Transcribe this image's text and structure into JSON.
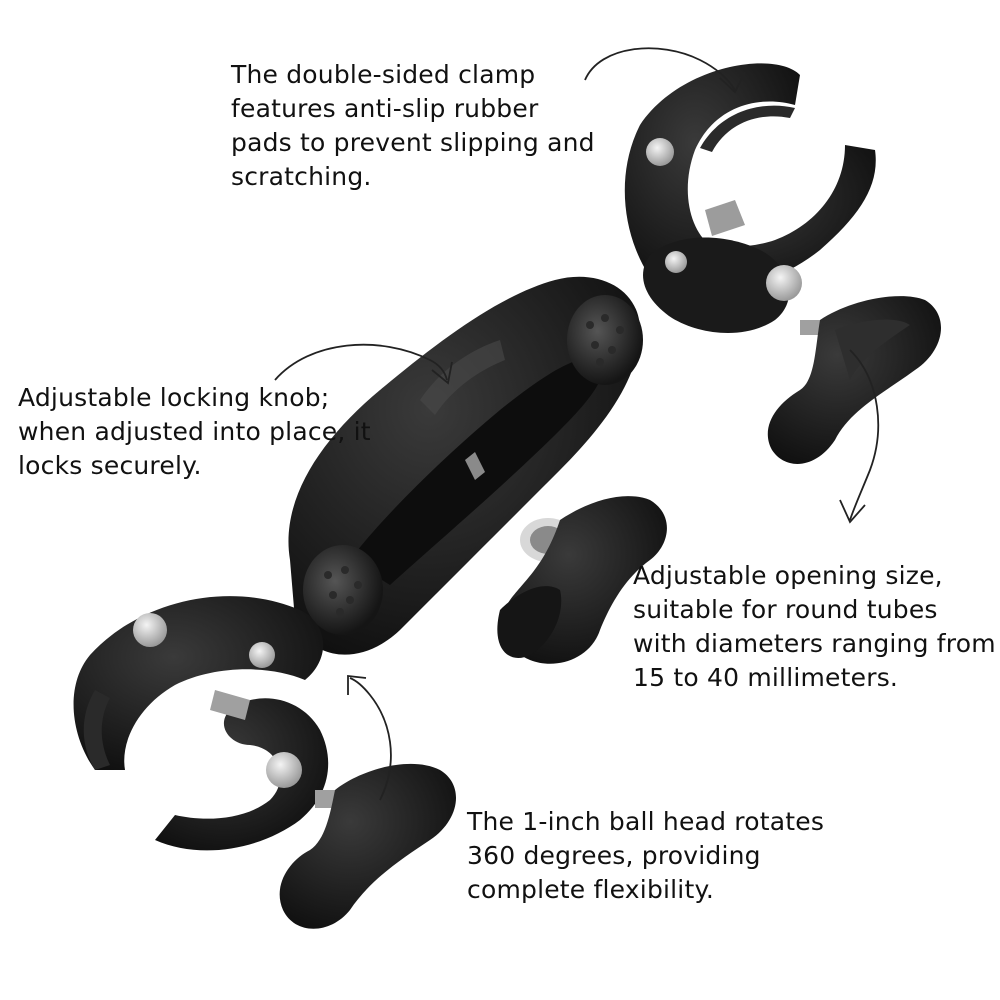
{
  "annotations": {
    "clamp": {
      "lines": [
        "The double-sided clamp",
        "features anti-slip rubber",
        "pads to prevent slipping and",
        "scratching."
      ]
    },
    "knob": {
      "lines": [
        "Adjustable locking knob;",
        "when adjusted into place, it",
        "locks securely."
      ]
    },
    "opening": {
      "lines": [
        "Adjustable opening size,",
        "suitable for round tubes",
        "with diameters ranging from",
        "15 to 40 millimeters."
      ]
    },
    "ball_head": {
      "lines": [
        "The 1-inch ball head rotates",
        "360 degrees, providing",
        "complete flexibility."
      ]
    }
  },
  "colors": {
    "background": "#ffffff",
    "product": "#1b1b1b",
    "metal": "#c8c8c8",
    "text": "#111111"
  }
}
